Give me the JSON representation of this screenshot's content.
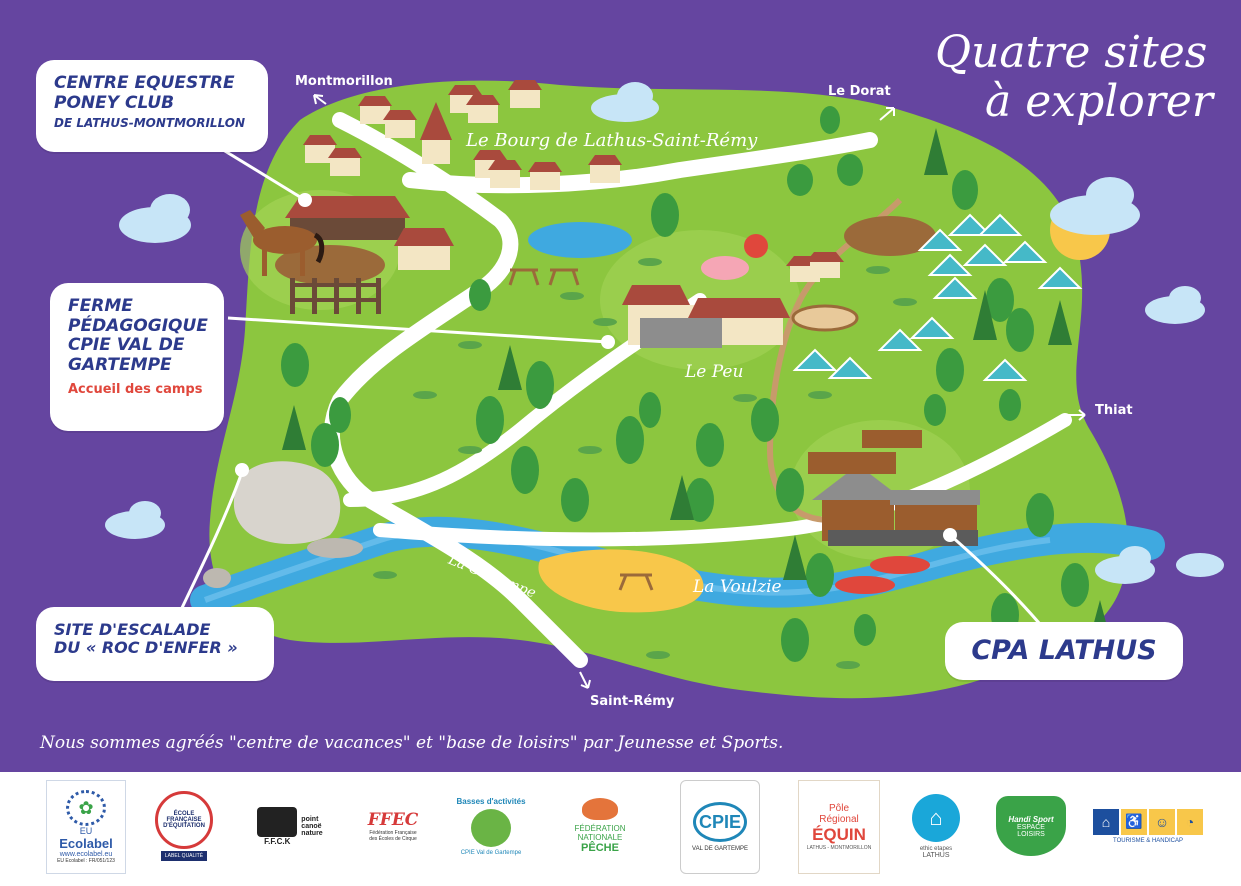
{
  "title": {
    "line1": "Quatre sites",
    "line2": "à explorer"
  },
  "callouts": {
    "equestre": {
      "line1": "CENTRE EQUESTRE",
      "line2": "PONEY CLUB",
      "line3": "DE LATHUS-MONTMORILLON"
    },
    "ferme": {
      "line1": "FERME",
      "line2": "PÉDAGOGIQUE",
      "line3": "CPIE VAL DE",
      "line4": "GARTEMPE",
      "sub": "Accueil des camps"
    },
    "escalade": {
      "line1": "SITE D'ESCALADE",
      "line2": "DU « ROC D'ENFER »"
    },
    "cpa": {
      "label": "CPA LATHUS"
    }
  },
  "places": {
    "montmorillon": "Montmorillon",
    "le_dorat": "Le Dorat",
    "thiat": "Thiat",
    "saint_remy": "Saint-Rémy"
  },
  "map_labels": {
    "bourg": "Le Bourg de Lathus-Saint-Rémy",
    "le_peu": "Le Peu",
    "la_gartempe": "La Gartempe",
    "la_voulzie": "La Voulzie"
  },
  "footer_note": "Nous sommes agréés \"centre de vacances\" et \"base de loisirs\" par Jeunesse et Sports.",
  "logos": [
    {
      "name": "ecolabel",
      "line1": "EU",
      "line2": "Ecolabel",
      "line3": "www.ecolabel.eu",
      "line4": "EU Ecolabel : FR/051/123"
    },
    {
      "name": "ecole-equitation",
      "line1": "ÉCOLE",
      "line2": "FRANÇAISE",
      "line3": "D'ÉQUITATION",
      "line4": "LABEL QUALITÉ"
    },
    {
      "name": "ffck",
      "line1": "point",
      "line2": "canoë",
      "line3": "nature",
      "line4": "F.F.C.K"
    },
    {
      "name": "ffec",
      "line1": "FFEC",
      "line2": "Fédération Française",
      "line3": "des Écoles de Cirque"
    },
    {
      "name": "basses-eaux",
      "line1": "Basses d'activités",
      "line2": "CPIE Val de Gartempe"
    },
    {
      "name": "federation-peche",
      "line1": "FÉDÉRATION",
      "line2": "NATIONALE",
      "line3": "PÊCHE"
    },
    {
      "name": "cpie",
      "line1": "CPIE",
      "line2": "VAL DE GARTEMPE"
    },
    {
      "name": "pole-equin",
      "line1": "Pôle",
      "line2": "Régional",
      "line3": "ÉQUIN",
      "line4": "LATHUS - MONTMORILLON"
    },
    {
      "name": "ethic-etapes",
      "line1": "ethic etapes",
      "line2": "LATHUS"
    },
    {
      "name": "handisport",
      "line1": "Handi Sport",
      "line2": "ESPACE",
      "line3": "LOISIRS"
    },
    {
      "name": "tourisme-handicap",
      "line1": "TOURISME & HANDICAP"
    }
  ],
  "colors": {
    "background": "#6545a0",
    "land": "#8cc63f",
    "road": "#ffffff",
    "river": "#3fa9e0",
    "callout_text": "#2c3a8c",
    "accent_red": "#e0473c"
  }
}
